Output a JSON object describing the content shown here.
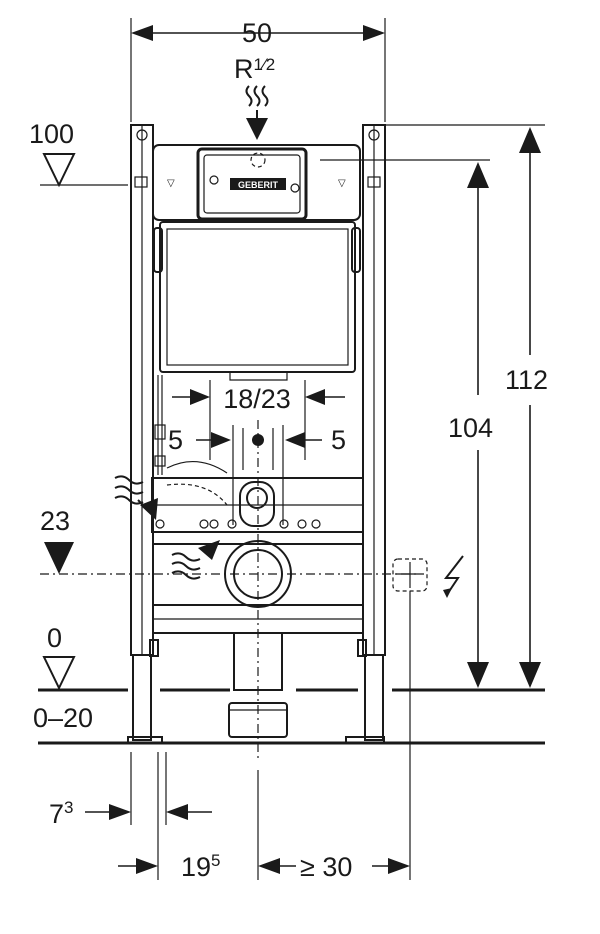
{
  "dimensions": {
    "total_width": "50",
    "water_connection": "R",
    "water_connection_fraction": "1⁄2",
    "plate_opening": "18/23",
    "side_left": "5",
    "side_right": "5",
    "height_frame": "112",
    "height_cistern": "104",
    "floor_offset_base": "7",
    "floor_offset_sup": "3",
    "wall_offset_base": "19",
    "wall_offset_sup": "5",
    "min_spacing": "≥ 30"
  },
  "levels": {
    "top": "100",
    "water_inlet": "23",
    "floor": "0",
    "floor_adjust": "0–20"
  },
  "brand_plate": "GEBERIT",
  "icons": [
    "water-wave-icon",
    "electric-outlet-icon",
    "lightning-icon"
  ]
}
